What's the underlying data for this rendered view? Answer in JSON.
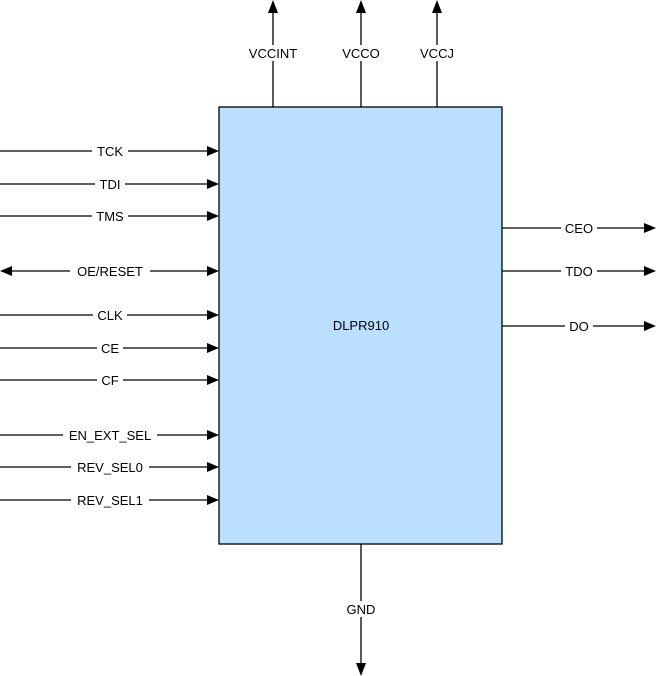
{
  "chip": {
    "name": "DLPR910",
    "fill": "#BBE0FF",
    "stroke": "#000000"
  },
  "top_pins": [
    "VCCINT",
    "VCCO",
    "VCCJ"
  ],
  "bottom_pins": [
    "GND"
  ],
  "left_pins": [
    {
      "label": "TCK",
      "direction": "in"
    },
    {
      "label": "TDI",
      "direction": "in"
    },
    {
      "label": "TMS",
      "direction": "in"
    },
    {
      "label": "OE/RESET",
      "direction": "bidirectional"
    },
    {
      "label": "CLK",
      "direction": "in"
    },
    {
      "label": "CE",
      "direction": "in"
    },
    {
      "label": "CF",
      "direction": "in"
    },
    {
      "label": "EN_EXT_SEL",
      "direction": "in"
    },
    {
      "label": "REV_SEL0",
      "direction": "in"
    },
    {
      "label": "REV_SEL1",
      "direction": "in"
    }
  ],
  "right_pins": [
    {
      "label": "CEO",
      "direction": "out"
    },
    {
      "label": "TDO",
      "direction": "out"
    },
    {
      "label": "DO",
      "direction": "out"
    }
  ]
}
